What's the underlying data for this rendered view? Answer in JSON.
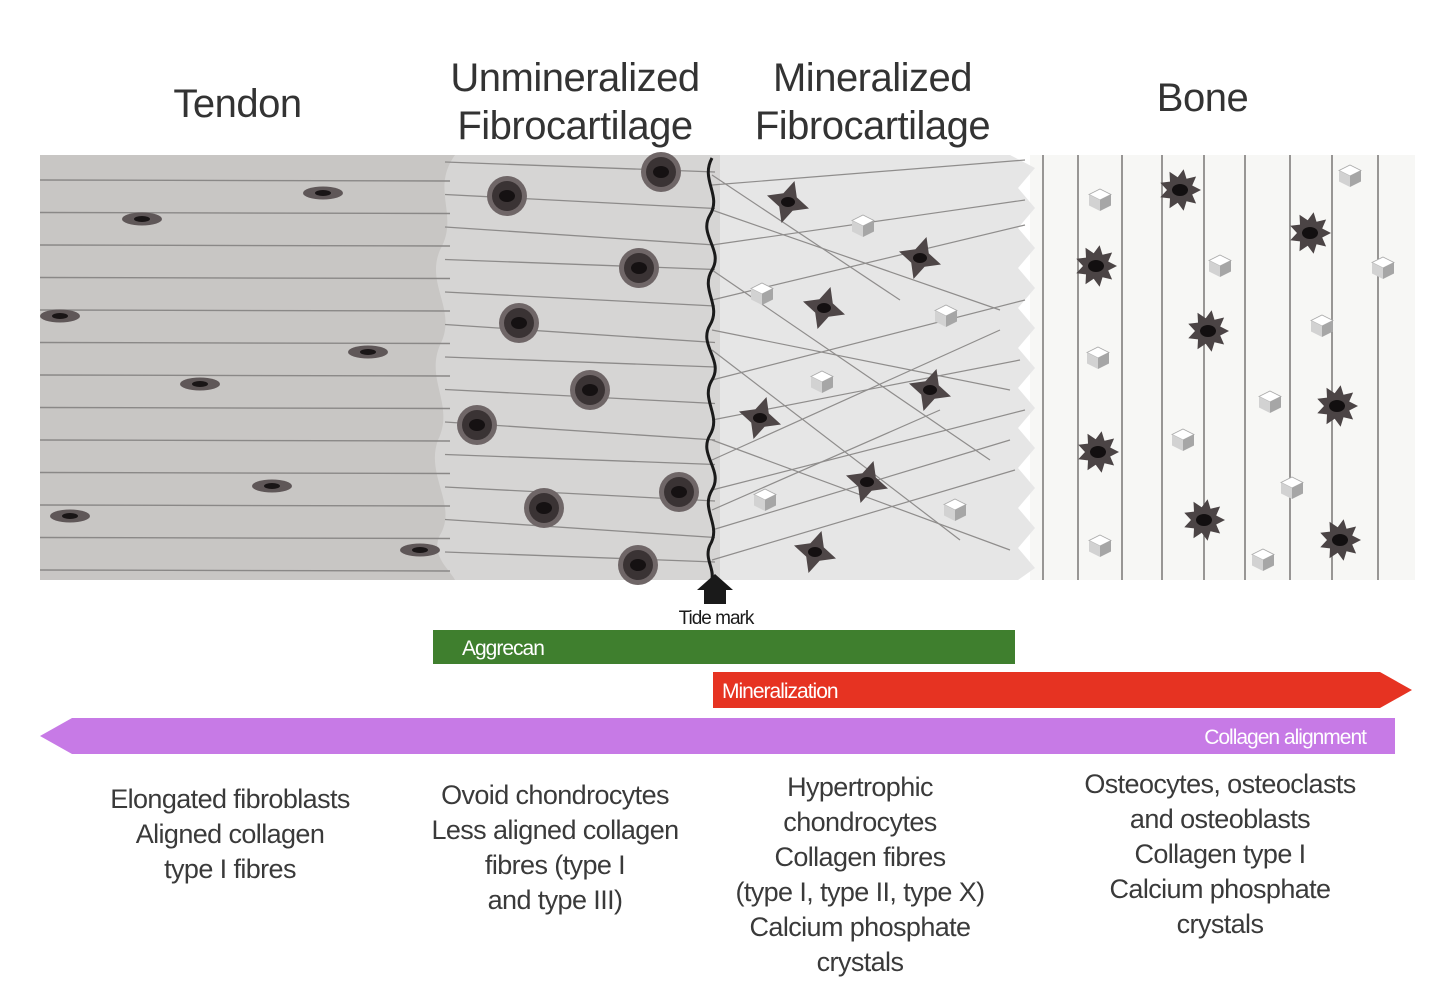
{
  "zones": {
    "tendon": {
      "title": [
        "Tendon"
      ],
      "description": [
        "Elongated fibroblasts",
        "Aligned collagen",
        "type I fibres"
      ]
    },
    "unmineralized": {
      "title": [
        "Unmineralized",
        "Fibrocartilage"
      ],
      "description": [
        "Ovoid chondrocytes",
        "Less aligned collagen",
        "fibres (type I",
        "and type III)"
      ]
    },
    "mineralized": {
      "title": [
        "Mineralized",
        "Fibrocartilage"
      ],
      "description": [
        "Hypertrophic",
        "chondrocytes",
        "Collagen fibres",
        "(type I, type II, type X)",
        "Calcium phosphate",
        "crystals"
      ]
    },
    "bone": {
      "title": [
        "Bone"
      ],
      "description": [
        "Osteocytes, osteoclasts",
        "and osteoblasts",
        "Collagen type I",
        "Calcium phosphate",
        "crystals"
      ]
    }
  },
  "tide_mark": "Tide mark",
  "bars": {
    "aggrecan": {
      "label": "Aggrecan",
      "color": "#3f7f2e"
    },
    "mineralization": {
      "label": "Mineralization",
      "color": "#e63322"
    },
    "collagen_alignment": {
      "label": "Collagen alignment",
      "color": "#c77ae6"
    }
  },
  "colors": {
    "tendon_bg": "#c8c6c4",
    "unmineralized_bg": "#d6d5d4",
    "mineralized_bg": "#e6e6e6",
    "bone_bg": "#f7f7f5",
    "cell_dark": "#2a2526",
    "cell_ring": "#6e6566"
  }
}
